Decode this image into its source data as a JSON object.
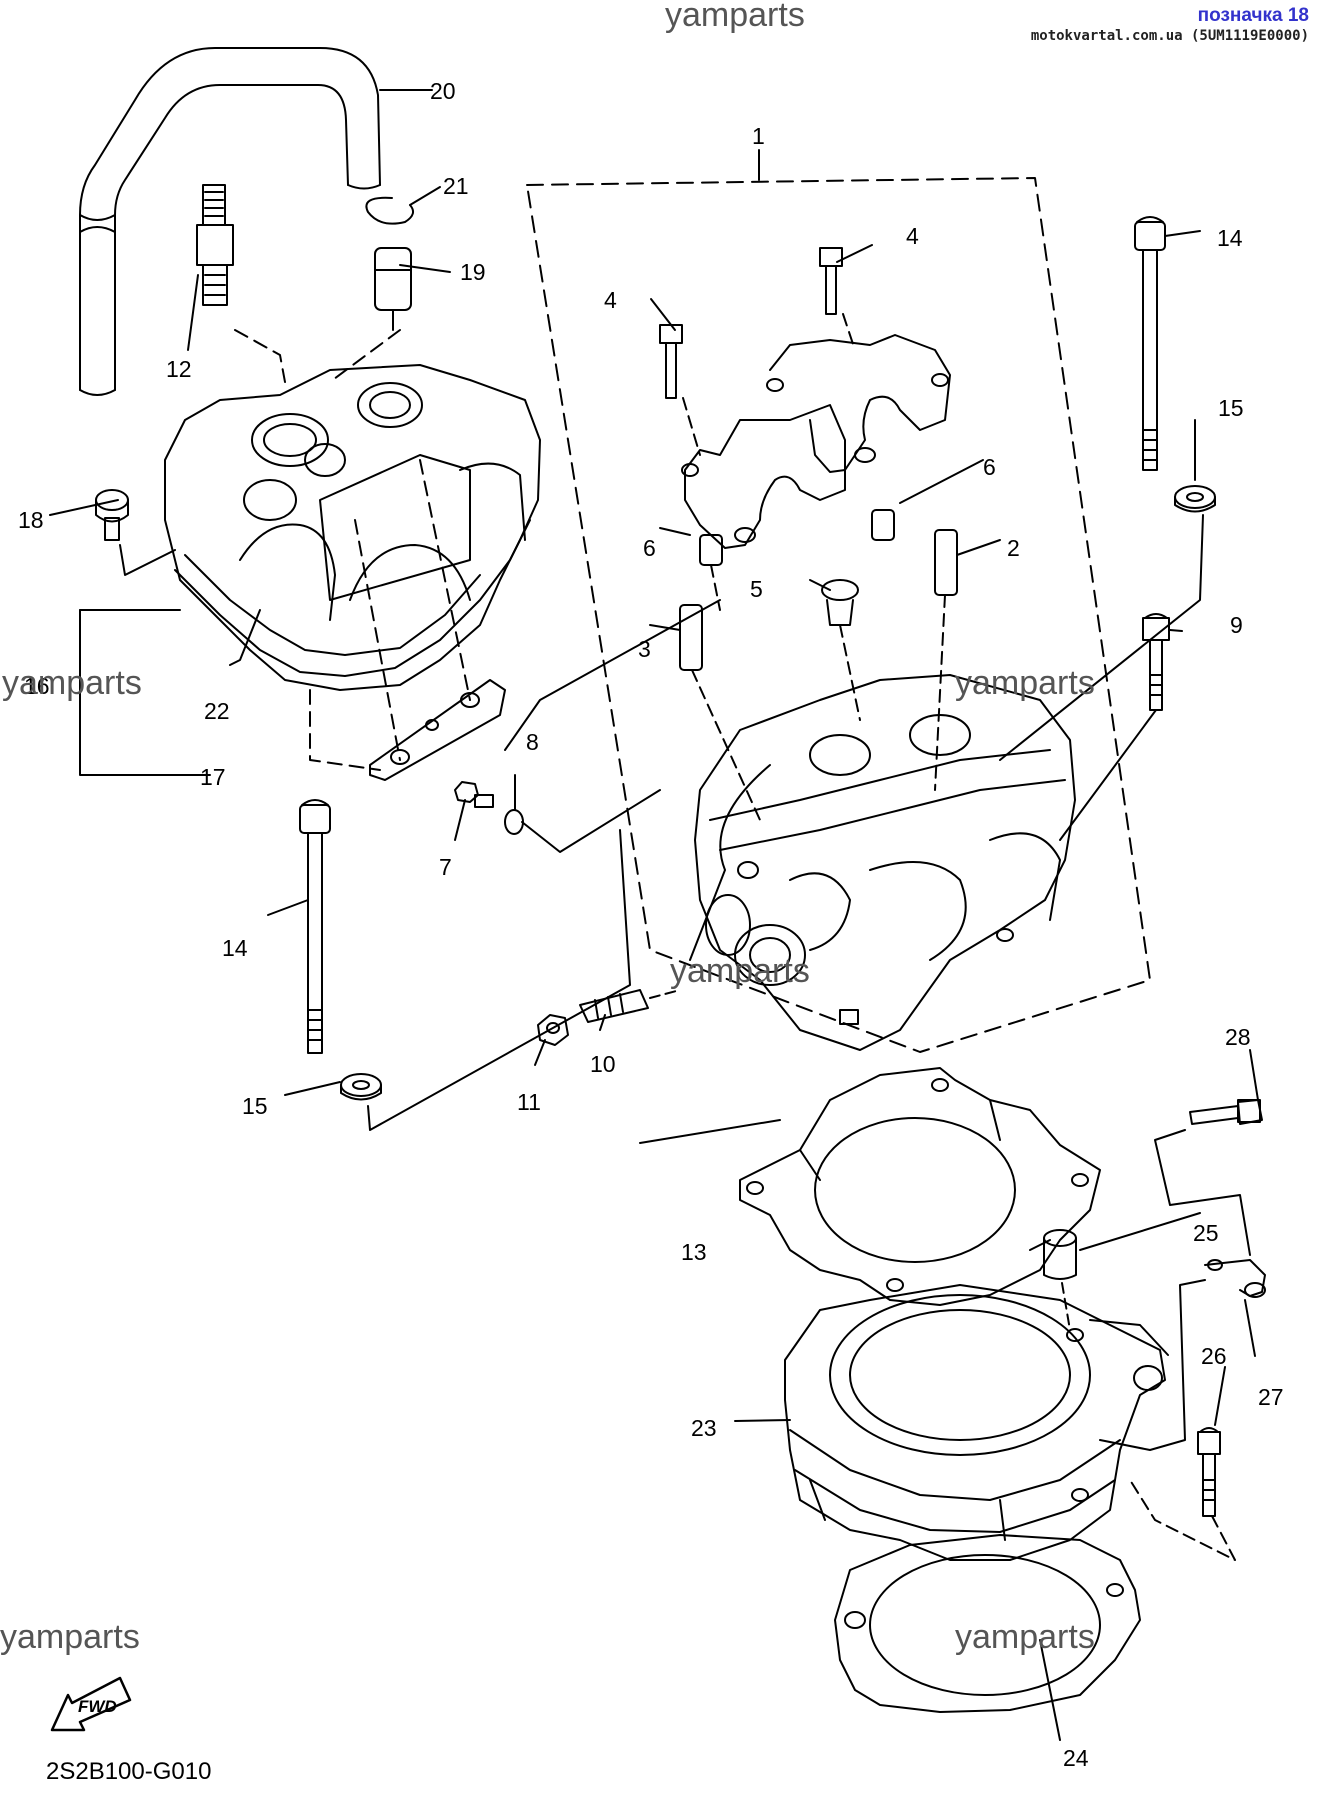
{
  "header": {
    "watermark_top": "yamparts",
    "badge_title": "позначка 18",
    "badge_source": "motokvartal.com.ua (5UM1119E0000)"
  },
  "watermarks": [
    "yamparts",
    "yamparts",
    "yamparts",
    "yamparts",
    "yamparts"
  ],
  "callouts": [
    "1",
    "2",
    "3",
    "4",
    "4",
    "5",
    "6",
    "6",
    "7",
    "8",
    "9",
    "10",
    "11",
    "12",
    "13",
    "14",
    "14",
    "15",
    "15",
    "16",
    "17",
    "18",
    "19",
    "20",
    "21",
    "22",
    "23",
    "24",
    "25",
    "26",
    "27",
    "28"
  ],
  "fwd_label": "FWD",
  "diagram_code": "2S2B100-G010"
}
